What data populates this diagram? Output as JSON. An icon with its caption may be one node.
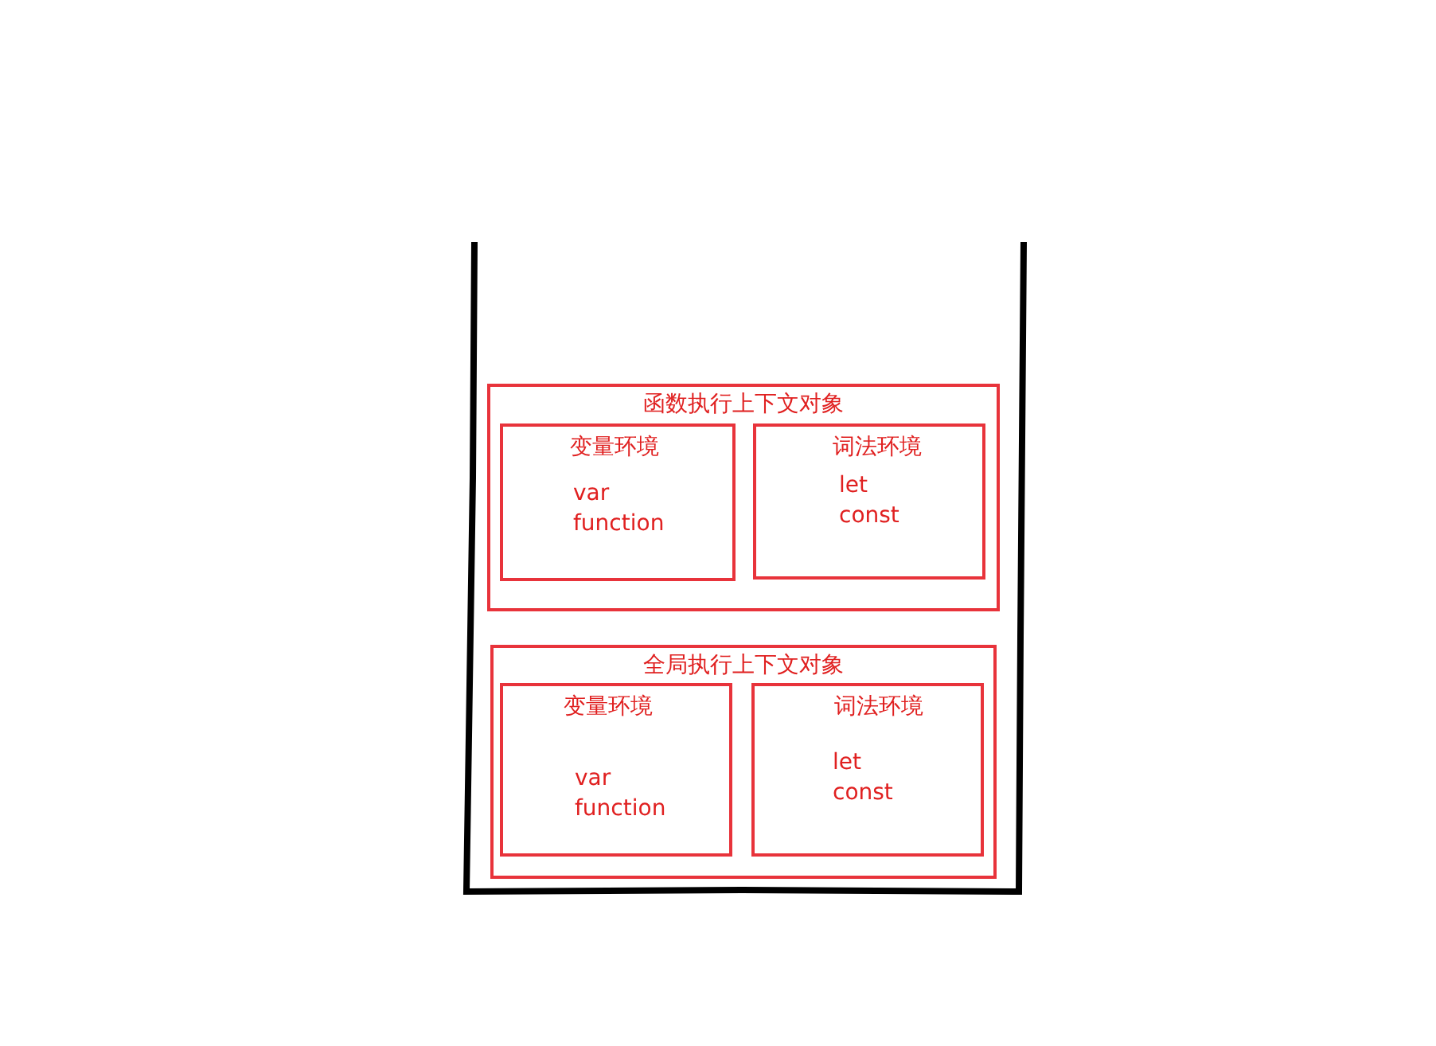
{
  "diagram": {
    "nodes": [
      {
        "text": [
          "函数执行上下文对象"
        ]
      },
      {
        "text": [
          "变量环境",
          "var",
          "function"
        ],
        "in": 0
      },
      {
        "text": [
          "词法环境",
          "let",
          "const"
        ],
        "in": 0
      },
      {
        "text": [
          "全局执行上下文对象"
        ]
      },
      {
        "text": [
          "变量环境",
          "var",
          "function"
        ],
        "in": 3
      },
      {
        "text": [
          "词法环境",
          "let",
          "const"
        ],
        "in": 3
      }
    ]
  }
}
